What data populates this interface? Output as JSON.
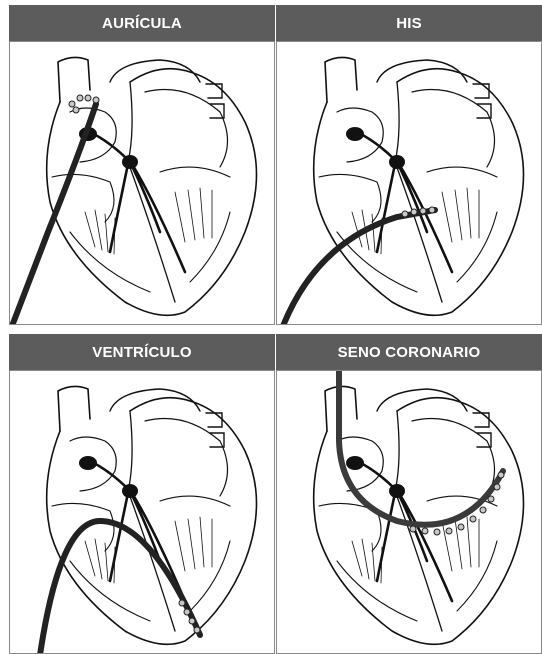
{
  "panels": [
    {
      "title": "AURÍCULA",
      "electrode_position": "auricula"
    },
    {
      "title": "HIS",
      "electrode_position": "his"
    },
    {
      "title": "VENTRÍCULO",
      "electrode_position": "ventriculo"
    },
    {
      "title": "SENO CORONARIO",
      "electrode_position": "seno-coronario"
    }
  ],
  "colors": {
    "header_bg": "#5c5c5c",
    "header_text": "#ffffff",
    "catheter": "#222222",
    "electrode_ring": "#c8c8c8",
    "heart_outline": "#111111"
  }
}
